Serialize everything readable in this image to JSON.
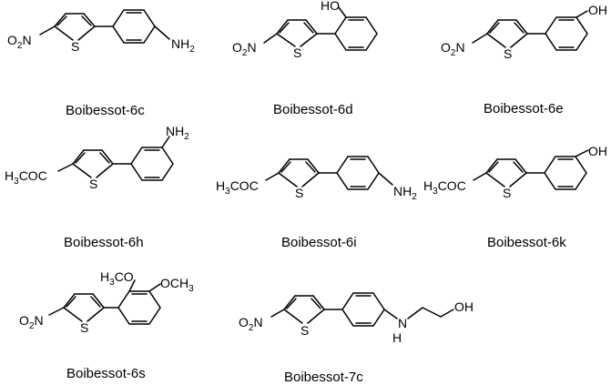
{
  "compounds": [
    {
      "label": "Boibessot-6c",
      "atoms": [
        {
          "segs": [
            {
              "t": "O"
            },
            {
              "t": "2",
              "sub": true
            },
            {
              "t": "N"
            }
          ]
        },
        {
          "segs": [
            {
              "t": "S"
            }
          ]
        },
        {
          "segs": [
            {
              "t": "NH"
            },
            {
              "t": "2",
              "sub": true
            }
          ]
        }
      ]
    },
    {
      "label": "Boibessot-6d",
      "atoms": [
        {
          "segs": [
            {
              "t": "O"
            },
            {
              "t": "2",
              "sub": true
            },
            {
              "t": "N"
            }
          ]
        },
        {
          "segs": [
            {
              "t": "S"
            }
          ]
        },
        {
          "segs": [
            {
              "t": "HO"
            }
          ]
        }
      ]
    },
    {
      "label": "Boibessot-6e",
      "atoms": [
        {
          "segs": [
            {
              "t": "O"
            },
            {
              "t": "2",
              "sub": true
            },
            {
              "t": "N"
            }
          ]
        },
        {
          "segs": [
            {
              "t": "S"
            }
          ]
        },
        {
          "segs": [
            {
              "t": "OH"
            }
          ]
        }
      ]
    },
    {
      "label": "Boibessot-6h",
      "atoms": [
        {
          "segs": [
            {
              "t": "H"
            },
            {
              "t": "3",
              "sub": true
            },
            {
              "t": "COC"
            }
          ]
        },
        {
          "segs": [
            {
              "t": "S"
            }
          ]
        },
        {
          "segs": [
            {
              "t": "NH"
            },
            {
              "t": "2",
              "sub": true
            }
          ]
        }
      ]
    },
    {
      "label": "Boibessot-6i",
      "atoms": [
        {
          "segs": [
            {
              "t": "H"
            },
            {
              "t": "3",
              "sub": true
            },
            {
              "t": "COC"
            }
          ]
        },
        {
          "segs": [
            {
              "t": "S"
            }
          ]
        },
        {
          "segs": [
            {
              "t": "NH"
            },
            {
              "t": "2",
              "sub": true
            }
          ]
        }
      ]
    },
    {
      "label": "Boibessot-6k",
      "atoms": [
        {
          "segs": [
            {
              "t": "H"
            },
            {
              "t": "3",
              "sub": true
            },
            {
              "t": "COC"
            }
          ]
        },
        {
          "segs": [
            {
              "t": "S"
            }
          ]
        },
        {
          "segs": [
            {
              "t": "OH"
            }
          ]
        }
      ]
    },
    {
      "label": "Boibessot-6s",
      "atoms": [
        {
          "segs": [
            {
              "t": "O"
            },
            {
              "t": "2",
              "sub": true
            },
            {
              "t": "N"
            }
          ]
        },
        {
          "segs": [
            {
              "t": "S"
            }
          ]
        },
        {
          "segs": [
            {
              "t": "H"
            },
            {
              "t": "3",
              "sub": true
            },
            {
              "t": "CO"
            }
          ]
        },
        {
          "segs": [
            {
              "t": "OCH"
            },
            {
              "t": "3",
              "sub": true
            }
          ]
        }
      ]
    },
    {
      "label": "Boibessot-7c",
      "atoms": [
        {
          "segs": [
            {
              "t": "O"
            },
            {
              "t": "2",
              "sub": true
            },
            {
              "t": "N"
            }
          ]
        },
        {
          "segs": [
            {
              "t": "S"
            }
          ]
        },
        {
          "segs": [
            {
              "t": "H"
            }
          ]
        },
        {
          "segs": [
            {
              "t": "N"
            }
          ]
        },
        {
          "segs": [
            {
              "t": "OH"
            }
          ]
        }
      ]
    }
  ]
}
